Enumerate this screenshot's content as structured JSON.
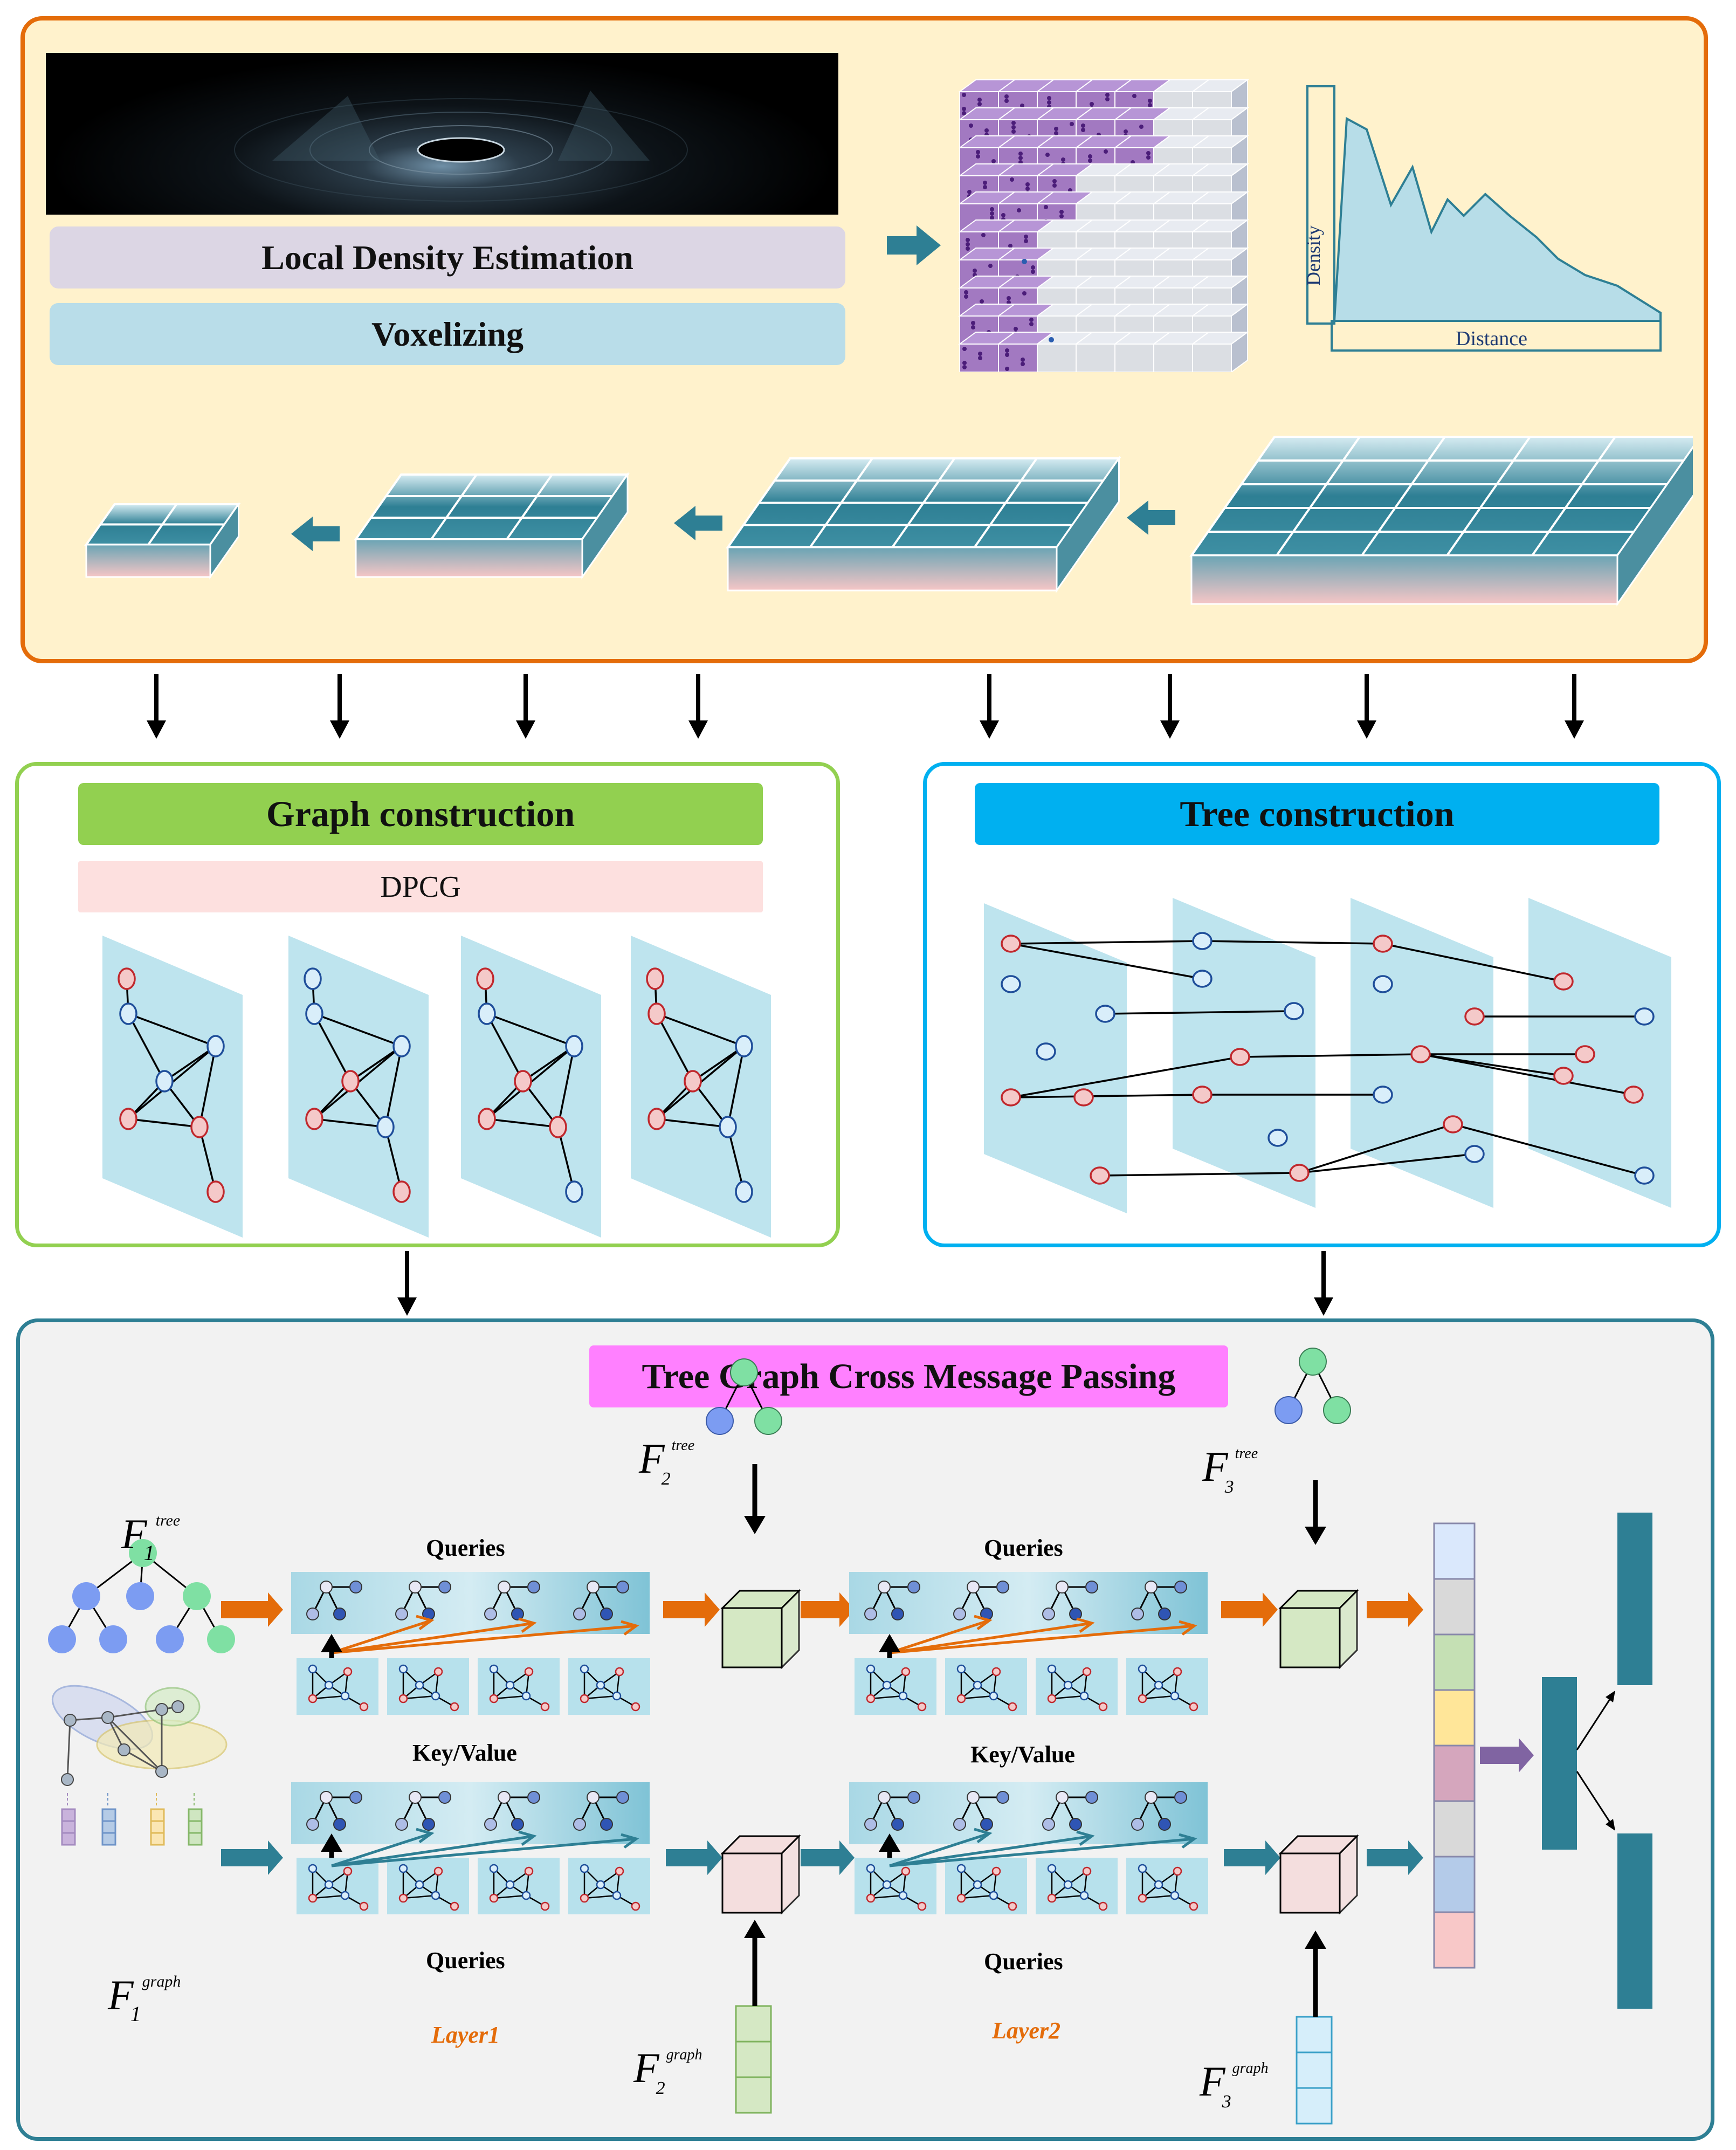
{
  "top": {
    "density_label": "Local Density Estimation",
    "voxel_label": "Voxelizing",
    "chart_ylabel": "Density",
    "chart_xlabel": "Distance"
  },
  "graph_panel": {
    "title": "Graph construction",
    "subtitle": "DPCG"
  },
  "tree_panel": {
    "title": "Tree construction"
  },
  "bottom": {
    "title": "Tree Graph Cross Message Passing",
    "queries": "Queries",
    "keyvalue": "Key/Value",
    "layer1": "Layer1",
    "layer2": "Layer2",
    "F": "F",
    "sub1": "1",
    "sub2": "2",
    "sub3": "3",
    "sup_tree": "tree",
    "sup_graph": "graph"
  },
  "colors": {
    "orange": "#e46c0a",
    "teal": "#2e7f94",
    "green": "#92d050",
    "blue": "#00b0f0",
    "pink_title": "#ff80ff",
    "purple": "#8064a2"
  }
}
